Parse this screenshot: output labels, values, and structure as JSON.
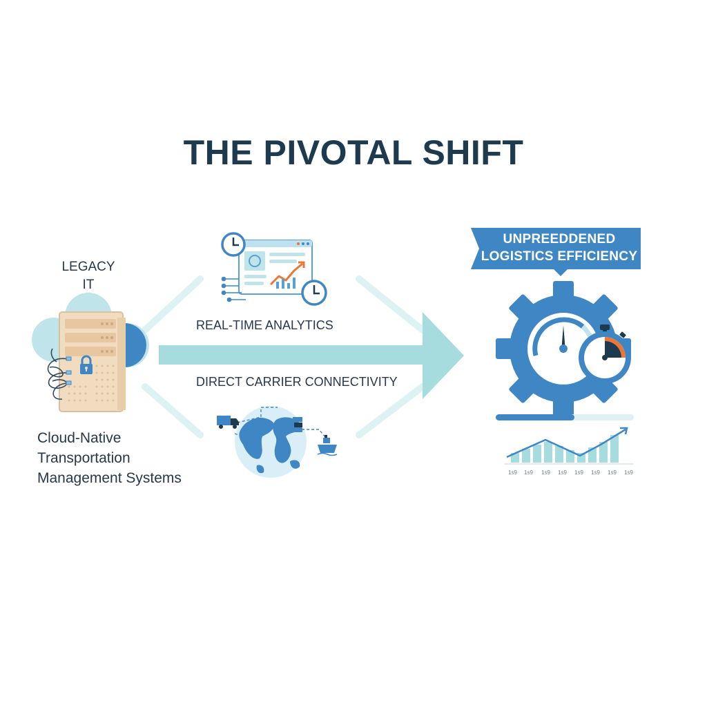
{
  "title": "THE PIVOTAL SHIFT",
  "legacy": {
    "line1": "LEGACY",
    "line2": "IT"
  },
  "cloud_native": {
    "line1": "Cloud-Native",
    "line2": "Transportation",
    "line3": "Management Systems"
  },
  "pathways": {
    "analytics": "REAL-TIME ANALYTICS",
    "connectivity": "DIRECT CARRIER CONNECTIVITY"
  },
  "outcome": {
    "line1": "UNPREEDDENED",
    "line2": "LOGISTICS EFFICIENCY"
  },
  "mini_chart": {
    "tick_labels": [
      "1s9",
      "1s9",
      "1s9",
      "1s9",
      "1s9",
      "1s9",
      "1s9",
      "1s9"
    ]
  },
  "colors": {
    "primary_blue": "#3f86c4",
    "arrow_teal": "#a7dcdf",
    "accent_orange": "#e9773b",
    "title_navy": "#1e3a4f"
  },
  "icons": {
    "legacy": "server-rack-with-cloud-and-lock",
    "analytics": "dashboard-with-clocks",
    "connectivity": "globe-with-truck-and-ship",
    "outcome": "gear-with-gauge-and-stopwatch"
  }
}
